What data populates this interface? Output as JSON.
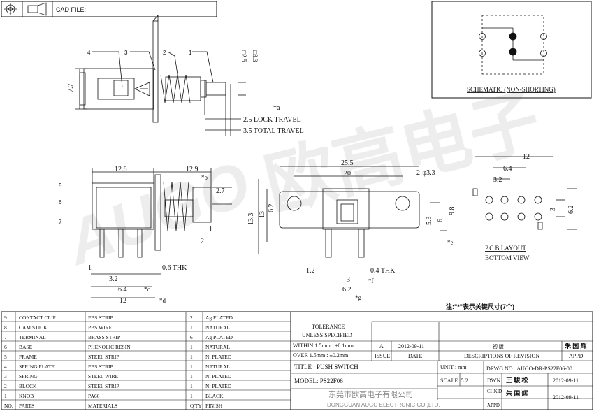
{
  "header": {
    "cad_file_label": "CAD FILE:"
  },
  "watermark": {
    "logo_text": "AUGO",
    "cn_text": "欧高电子"
  },
  "side_view": {
    "callouts": [
      "4",
      "3",
      "2",
      "1"
    ],
    "dim_height": "7.7",
    "dim_sq1": "□2.5",
    "dim_sq2": "□3.3",
    "note_a": "*a",
    "lock_travel": "2.5 LOCK TRAVEL",
    "total_travel": "3.5 TOTAL TRAVEL"
  },
  "schematic": {
    "title": "SCHEMATIC (NON-SHORTING)"
  },
  "front_view": {
    "dim_width": "12.6",
    "dim_stem": "12.9",
    "note_b": "*b",
    "dim_knob": "2.7",
    "dim_gap1": "1",
    "dim_gap2": "2",
    "callouts": [
      "5",
      "6",
      "7"
    ],
    "dim_pin": "1",
    "dim_thk": "0.6 THK",
    "dim_pitch1": "3.2",
    "dim_pitch2": "6.4",
    "note_c": "*c",
    "dim_total": "12",
    "note_d": "*d"
  },
  "top_view": {
    "dim_length": "25.5",
    "dim_holes": "20",
    "dim_hole_dia": "2-φ3.3",
    "dim_height": "13.3",
    "dim_body": "13",
    "dim_flange": "6.2",
    "dim_knob_h": "5.3",
    "dim_knob_w": "6",
    "dim_flange_h": "9.8",
    "note_e": "*e",
    "dim_pin_offset": "1.2",
    "dim_thk": "0.4 THK",
    "dim_pitch": "3",
    "note_f": "*f",
    "dim_pin_span": "6.2",
    "note_g": "*g"
  },
  "pcb": {
    "dim_width": "12",
    "dim_pitch2": "6.4",
    "dim_pitch1": "3.2",
    "dim_row": "3",
    "dim_height": "6.2",
    "title": "P.C.B LAYOUT",
    "subtitle": "BOTTOM VIEW"
  },
  "notes": {
    "key_dims": "注:\"*\"表示关键尺寸(7个)"
  },
  "parts": [
    {
      "no": "9",
      "part": "CONTACT CLIP",
      "material": "PBS STRIP",
      "qty": "2",
      "finish": "Ag PLATED"
    },
    {
      "no": "8",
      "part": "CAM STICK",
      "material": "PBS WIRE",
      "qty": "1",
      "finish": "NATURAL"
    },
    {
      "no": "7",
      "part": "TERMINAL",
      "material": "BRASS STRIP",
      "qty": "6",
      "finish": "Ag PLATED"
    },
    {
      "no": "6",
      "part": "BASE",
      "material": "PHENOLIC RESIN",
      "qty": "1",
      "finish": "NATURAL"
    },
    {
      "no": "5",
      "part": "FRAME",
      "material": "STEEL STRIP",
      "qty": "1",
      "finish": "Ni PLATED"
    },
    {
      "no": "4",
      "part": "SPRING PLATE",
      "material": "PBS STRIP",
      "qty": "1",
      "finish": "NATURAL"
    },
    {
      "no": "3",
      "part": "SPRING",
      "material": "STEEL WIRE",
      "qty": "1",
      "finish": "Ni PLATED"
    },
    {
      "no": "2",
      "part": "BLOCK",
      "material": "STEEL STRIP",
      "qty": "1",
      "finish": "Ni PLATED"
    },
    {
      "no": "1",
      "part": "KNOB",
      "material": "PA66",
      "qty": "1",
      "finish": "BLACK"
    },
    {
      "no": "NO.",
      "part": "PARTS",
      "material": "MATERIALS",
      "qty": "Q'TY",
      "finish": "FINISH"
    }
  ],
  "title_block": {
    "tolerance": "TOLERANCE",
    "unless_specified": "UNLESS  SPECIFIED",
    "within": "WITHIN 1.5mm : ±0.1mm",
    "over": "OVER 1.5mm : ±0.2mm",
    "rev_issue": "A",
    "rev_date": "2012-09-11",
    "rev_desc": "初 版",
    "rev_appd": "朱 国 辉",
    "h_issue": "ISSUE",
    "h_date": "DATE",
    "h_desc": "DESCRIPTIONS OF REVISION",
    "h_appd": "APPD.",
    "title": "TITLE : PUSH SWITCH",
    "model": "MODEL: PS22F06",
    "unit": "UNIT :    mm",
    "drwg_no": "DRWG NO.: AUGO-DR-PS22F06-00",
    "scale": "SCALE:    5:2",
    "dwn": "DWN.",
    "dwn_name": "王 駿 松",
    "dwn_date": "2012-09-11",
    "chkd": "CHK'D",
    "chkd_name": "朱 国 辉",
    "chkd_date": "2012-09-11",
    "appd": "APPD.",
    "company_cn": "东莞市欧高电子有限公司",
    "company_en": "DONGGUAN AUGO ELECTRONIC CO.,LTD."
  }
}
